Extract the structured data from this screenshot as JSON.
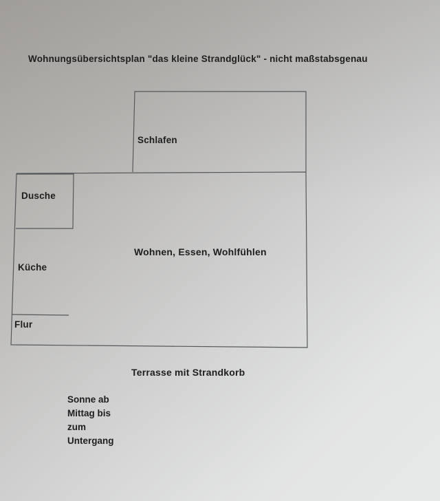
{
  "title": "Wohnungsübersichtsplan \"das kleine Strandglück\" - nicht maßstabsgenau",
  "rooms": {
    "schlafen": "Schlafen",
    "dusche": "Dusche",
    "kueche": "Küche",
    "flur": "Flur",
    "wohnen": "Wohnen, Essen, Wohlfühlen"
  },
  "terrace": {
    "label": "Terrasse mit Strandkorb"
  },
  "sun_note": {
    "lines": [
      "Sonne ab",
      "Mittag bis",
      "zum",
      "Untergang"
    ]
  },
  "colors": {
    "line": "#55575a",
    "text": "#1e1e1e"
  }
}
